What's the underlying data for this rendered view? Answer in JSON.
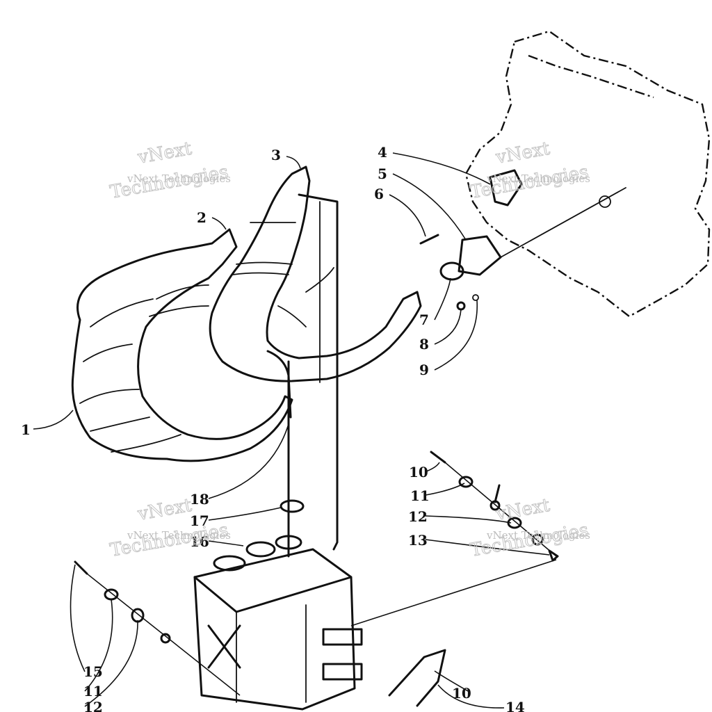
{
  "diagram": {
    "callouts": [
      {
        "id": "c1",
        "text": "1"
      },
      {
        "id": "c2",
        "text": "2"
      },
      {
        "id": "c3",
        "text": "3"
      },
      {
        "id": "c4",
        "text": "4"
      },
      {
        "id": "c5",
        "text": "5"
      },
      {
        "id": "c6",
        "text": "6"
      },
      {
        "id": "c7",
        "text": "7"
      },
      {
        "id": "c8",
        "text": "8"
      },
      {
        "id": "c9",
        "text": "9"
      },
      {
        "id": "c10",
        "text": "10"
      },
      {
        "id": "c11a",
        "text": "11"
      },
      {
        "id": "c12a",
        "text": "12"
      },
      {
        "id": "c13",
        "text": "13"
      },
      {
        "id": "c14",
        "text": "14"
      },
      {
        "id": "c15",
        "text": "15"
      },
      {
        "id": "c11b",
        "text": "11"
      },
      {
        "id": "c12b",
        "text": "12"
      },
      {
        "id": "c16",
        "text": "16"
      },
      {
        "id": "c17",
        "text": "17"
      },
      {
        "id": "c18",
        "text": "18"
      },
      {
        "id": "c10b",
        "text": "10"
      }
    ],
    "watermarks": [
      {
        "small": "vNext Technologies",
        "big_line1": "vNext",
        "big_line2": "Technologies"
      },
      {
        "small": "vNext Technologies",
        "big_line1": "vNext",
        "big_line2": "Technologies"
      },
      {
        "small": "vNext Technologies",
        "big_line1": "vNext",
        "big_line2": "Technologies"
      },
      {
        "small": "vNext Technologies",
        "big_line1": "vNext",
        "big_line2": "Technologies"
      }
    ],
    "colors": {
      "ink": "#111111",
      "watermark": "#bdbdbd",
      "background": "#ffffff"
    }
  }
}
